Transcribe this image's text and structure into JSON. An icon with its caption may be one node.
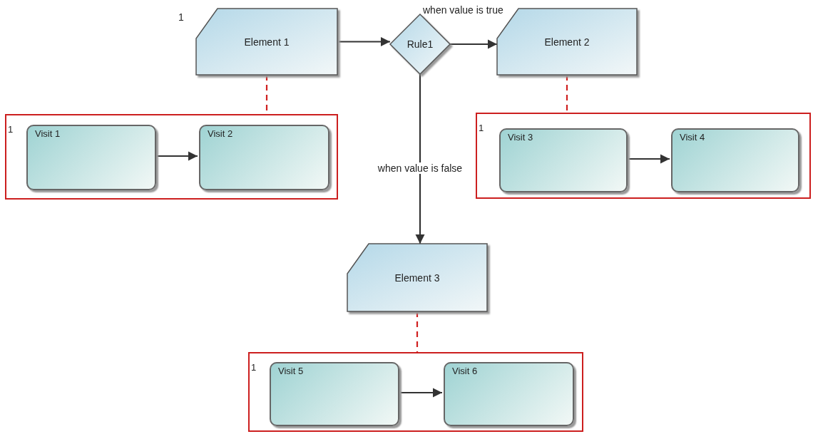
{
  "diagram": {
    "nodes": [
      {
        "text": [
          "Element 1"
        ],
        "beside": [
          "1"
        ]
      },
      {
        "text": [
          "Rule1"
        ]
      },
      {
        "text": [
          "Element 2"
        ]
      },
      {
        "text": [
          "1"
        ]
      },
      {
        "text": [
          "Visit 1"
        ],
        "in": 3
      },
      {
        "text": [
          "Visit 2"
        ],
        "in": 3
      },
      {
        "text": [
          "1"
        ]
      },
      {
        "text": [
          "Visit 3"
        ],
        "in": 6
      },
      {
        "text": [
          "Visit 4"
        ],
        "in": 6
      },
      {
        "text": [
          "Element 3"
        ]
      },
      {
        "text": [
          "1"
        ]
      },
      {
        "text": [
          "Visit 5"
        ],
        "in": 10
      },
      {
        "text": [
          "Visit 6"
        ],
        "in": 10
      }
    ],
    "edges": [
      {
        "from": 0,
        "to": 1,
        "arrow": "to"
      },
      {
        "from": 1,
        "to": 2,
        "arrow": "to",
        "label": "when value is true"
      },
      {
        "from": 1,
        "to": 9,
        "arrow": "to",
        "label": "when value is false"
      },
      {
        "from": 0,
        "to": 3,
        "arrow": "none",
        "style": "dashed",
        "color": "#d02020"
      },
      {
        "from": 4,
        "to": 5,
        "arrow": "to"
      },
      {
        "from": 2,
        "to": 6,
        "arrow": "none",
        "style": "dashed",
        "color": "#d02020"
      },
      {
        "from": 7,
        "to": 8,
        "arrow": "to"
      },
      {
        "from": 9,
        "to": 10,
        "arrow": "none",
        "style": "dashed",
        "color": "#d02020"
      },
      {
        "from": 11,
        "to": 12,
        "arrow": "to"
      }
    ]
  }
}
